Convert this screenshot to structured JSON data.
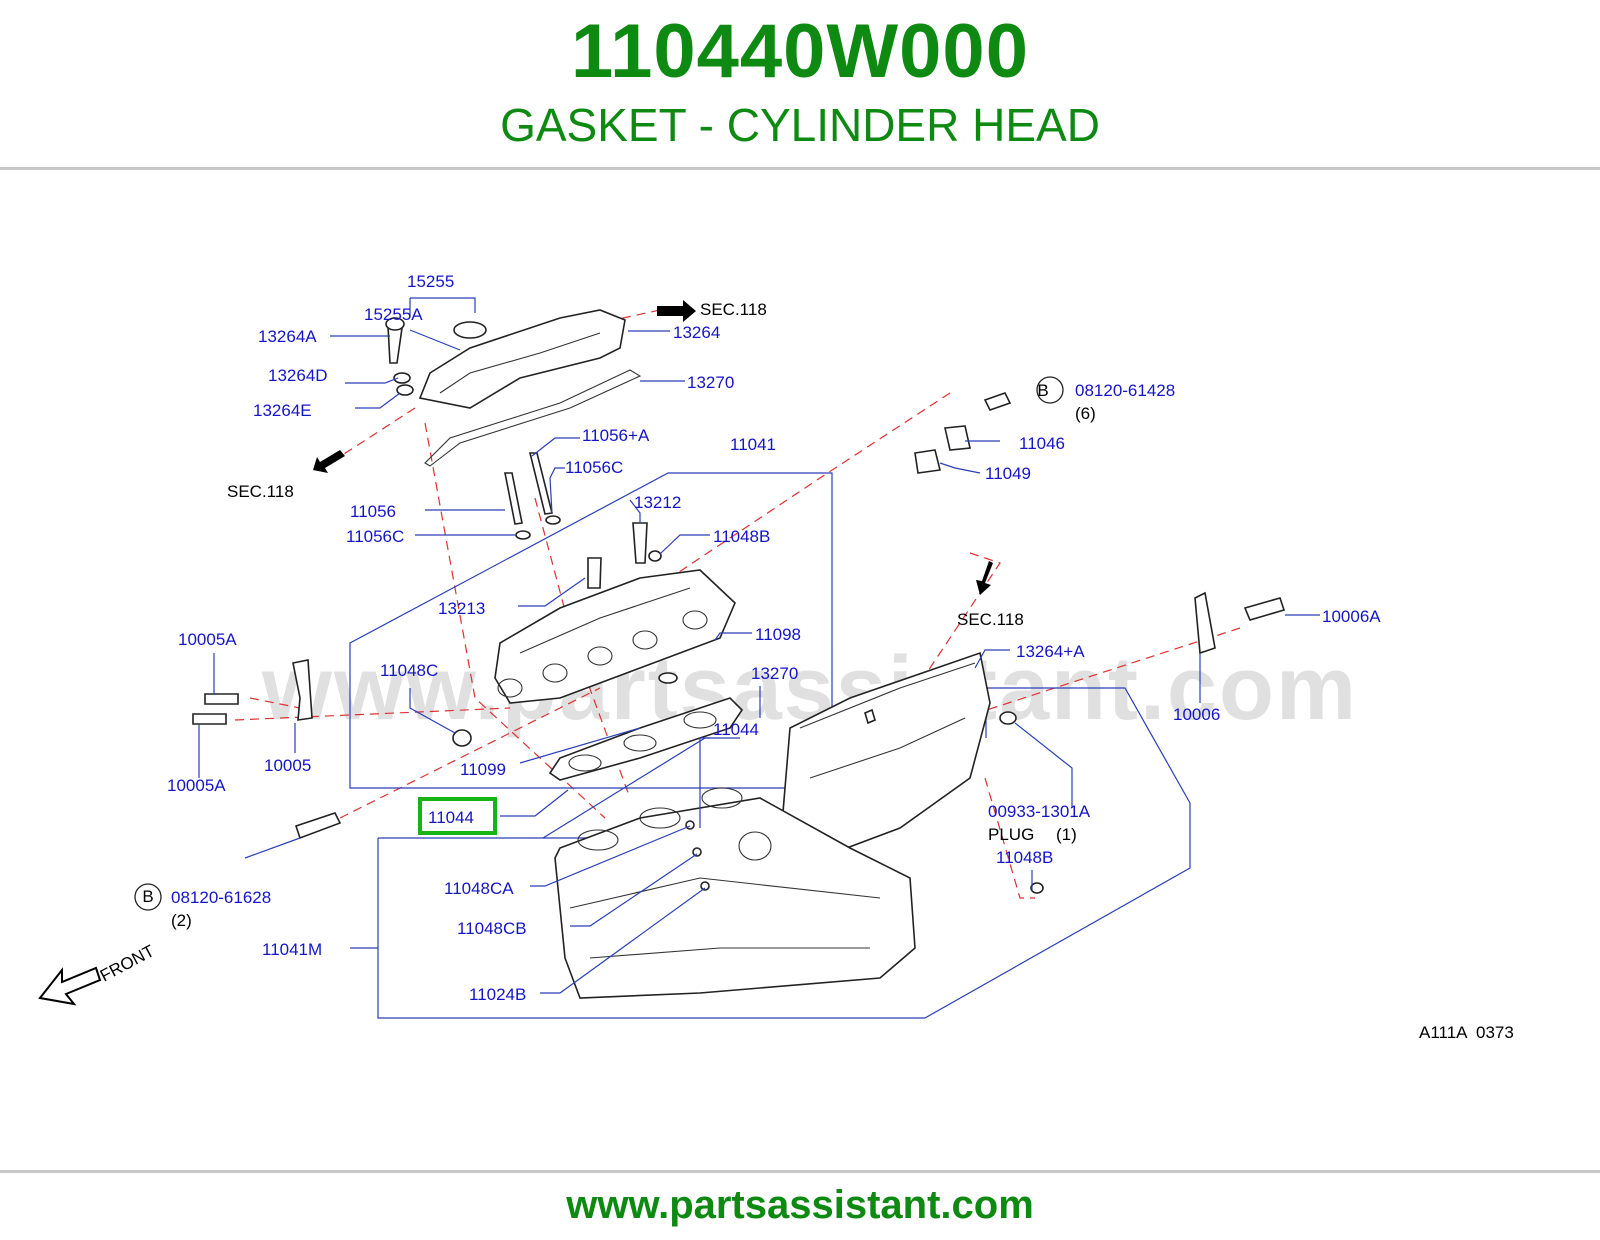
{
  "header": {
    "part_number": "110440W000",
    "part_name": "GASKET - CYLINDER HEAD"
  },
  "diagram": {
    "watermark": "www.partsassistant.com",
    "highlight_color": "#16b516",
    "labels": {
      "l15255": "15255",
      "l15255A": "15255A",
      "l13264A": "13264A",
      "l13264D": "13264D",
      "l13264E": "13264E",
      "l13264": "13264",
      "l13270a": "13270",
      "sec118a": "SEC.118",
      "sec118b": "SEC.118",
      "sec118c": "SEC.118",
      "l11056A": "11056+A",
      "l11056Ca": "11056C",
      "l11056": "11056",
      "l11056Cb": "11056C",
      "l11041": "11041",
      "l13212": "13212",
      "l11048Ba": "11048B",
      "l13213": "13213",
      "l11098": "11098",
      "l10005Aa": "10005A",
      "l11048C": "11048C",
      "l13270b": "13270",
      "l10005": "10005",
      "l10005Ab": "10005A",
      "l11099": "11099",
      "l11044a": "11044",
      "l11044b": "11044",
      "l08120_61428": "08120-61428",
      "q6": "(6)",
      "l11046": "11046",
      "l11049": "11049",
      "l10006A": "10006A",
      "l10006": "10006",
      "l13264plusA": "13264+A",
      "l00933": "00933-1301A",
      "plug": "PLUG",
      "q1": "(1)",
      "l11048Bb": "11048B",
      "l08120_61628": "08120-61628",
      "q2": "(2)",
      "l11048CA": "11048CA",
      "l11048CB": "11048CB",
      "l11041M": "11041M",
      "l11024B": "11024B",
      "front": "FRONT",
      "b1": "B",
      "b2": "B",
      "diagram_code": "A111A  0373"
    }
  },
  "footer": {
    "url": "www.partsassistant.com"
  }
}
